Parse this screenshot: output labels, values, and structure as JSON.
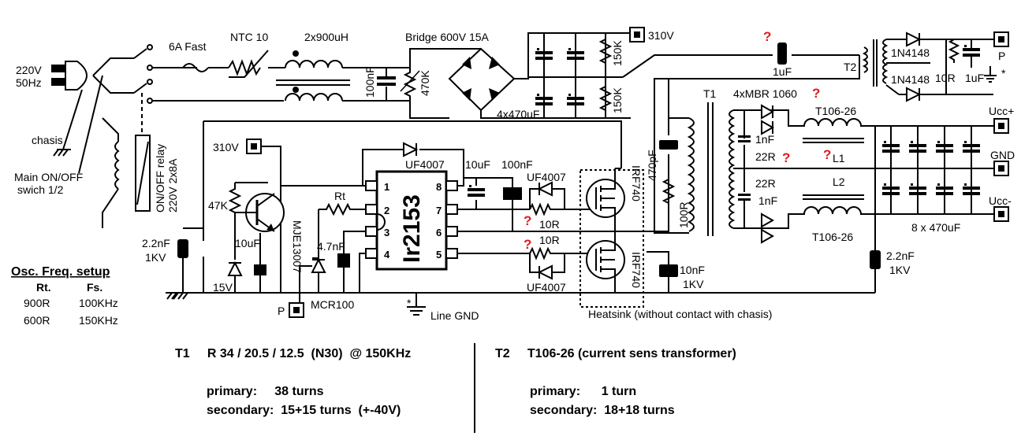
{
  "labels": {
    "mains_v": "220V",
    "mains_f": "50Hz",
    "chasis": "chasis",
    "main_switch_1": "Main ON/OFF",
    "main_switch_2": "swich 1/2",
    "relay_1": "ON/OFF relay",
    "relay_2": "220V  2x8A",
    "fuse": "6A Fast",
    "ntc": "NTC 10",
    "choke": "2x900uH",
    "cap_100nf_in": "100nF",
    "r_470k": "470K",
    "bridge": "Bridge 600V 15A",
    "bus_310v": "310V",
    "bulk_caps": "4x470uF",
    "r_150k_a": "150K",
    "r_150k_b": "150K",
    "cap_1uf_top": "1uF",
    "t2": "T2",
    "d_1n4148_a": "1N4148",
    "d_1n4148_b": "1N4148",
    "r_10r_top": "10R",
    "cap_1uf_out": "1uF",
    "p_out": "P",
    "t1": "T1",
    "rectifiers": "4xMBR 1060",
    "core_l1": "T106-26",
    "core_l2": "T106-26",
    "l1": "L1",
    "l2": "L2",
    "ucc_plus": "Ucc+",
    "gnd": "GND",
    "ucc_minus": "Ucc-",
    "out_caps": "8 x 470uF",
    "snub_c1": "1nF",
    "snub_c2": "1nF",
    "snub_r1": "22R",
    "snub_r2": "22R",
    "cap_470pf": "470pF",
    "r_100r": "100R",
    "cap_22nf_right": "2.2nF",
    "kv_right": "1KV",
    "bus_310v_left": "310V",
    "r_47k": "47K",
    "transistor": "MJE13007",
    "cap_10uf_left": "10uF",
    "zener": "15V",
    "cap_22nf_left": "2.2nF",
    "kv_left": "1KV",
    "d_uf4007_top": "UF4007",
    "cap_10uf_ic": "10uF",
    "cap_100nf_ic": "100nF",
    "rt": "Rt",
    "cap_47nf": "4.7nF",
    "ic_name": "Ir2153",
    "d_uf4007_a": "UF4007",
    "d_uf4007_b": "UF4007",
    "r_10r_a": "10R",
    "r_10r_b": "10R",
    "mosfet_a": "IRF740",
    "mosfet_b": "IRF740",
    "cap_10nf": "10nF",
    "kv_mid": "1KV",
    "scr": "MCR100",
    "p_in": "P",
    "line_gnd": "Line GND",
    "heatsink": "Heatsink (without contact with chasis)",
    "question": "?",
    "star": "*",
    "pins": [
      "1",
      "2",
      "3",
      "4",
      "8",
      "7",
      "6",
      "5"
    ]
  },
  "osc_table": {
    "title": "Osc. Freq. setup",
    "headers": [
      "Rt.",
      "Fs."
    ],
    "rows": [
      [
        "900R",
        "100KHz"
      ],
      [
        "600R",
        "150KHz"
      ]
    ]
  },
  "notes": {
    "t1": {
      "line1": "T1     R 34 / 20.5 / 12.5  (N30)  @ 150KHz",
      "line2": "primary:     38 turns",
      "line3": "secondary:  15+15 turns  (+-40V)"
    },
    "t2": {
      "line1": "T2     T106-26 (current sens transformer)",
      "line2": "primary:      1 turn",
      "line3": "secondary:  18+18 turns"
    }
  },
  "colors": {
    "ink": "#000000",
    "question_mark": "#e21b1b",
    "background": "#ffffff"
  }
}
